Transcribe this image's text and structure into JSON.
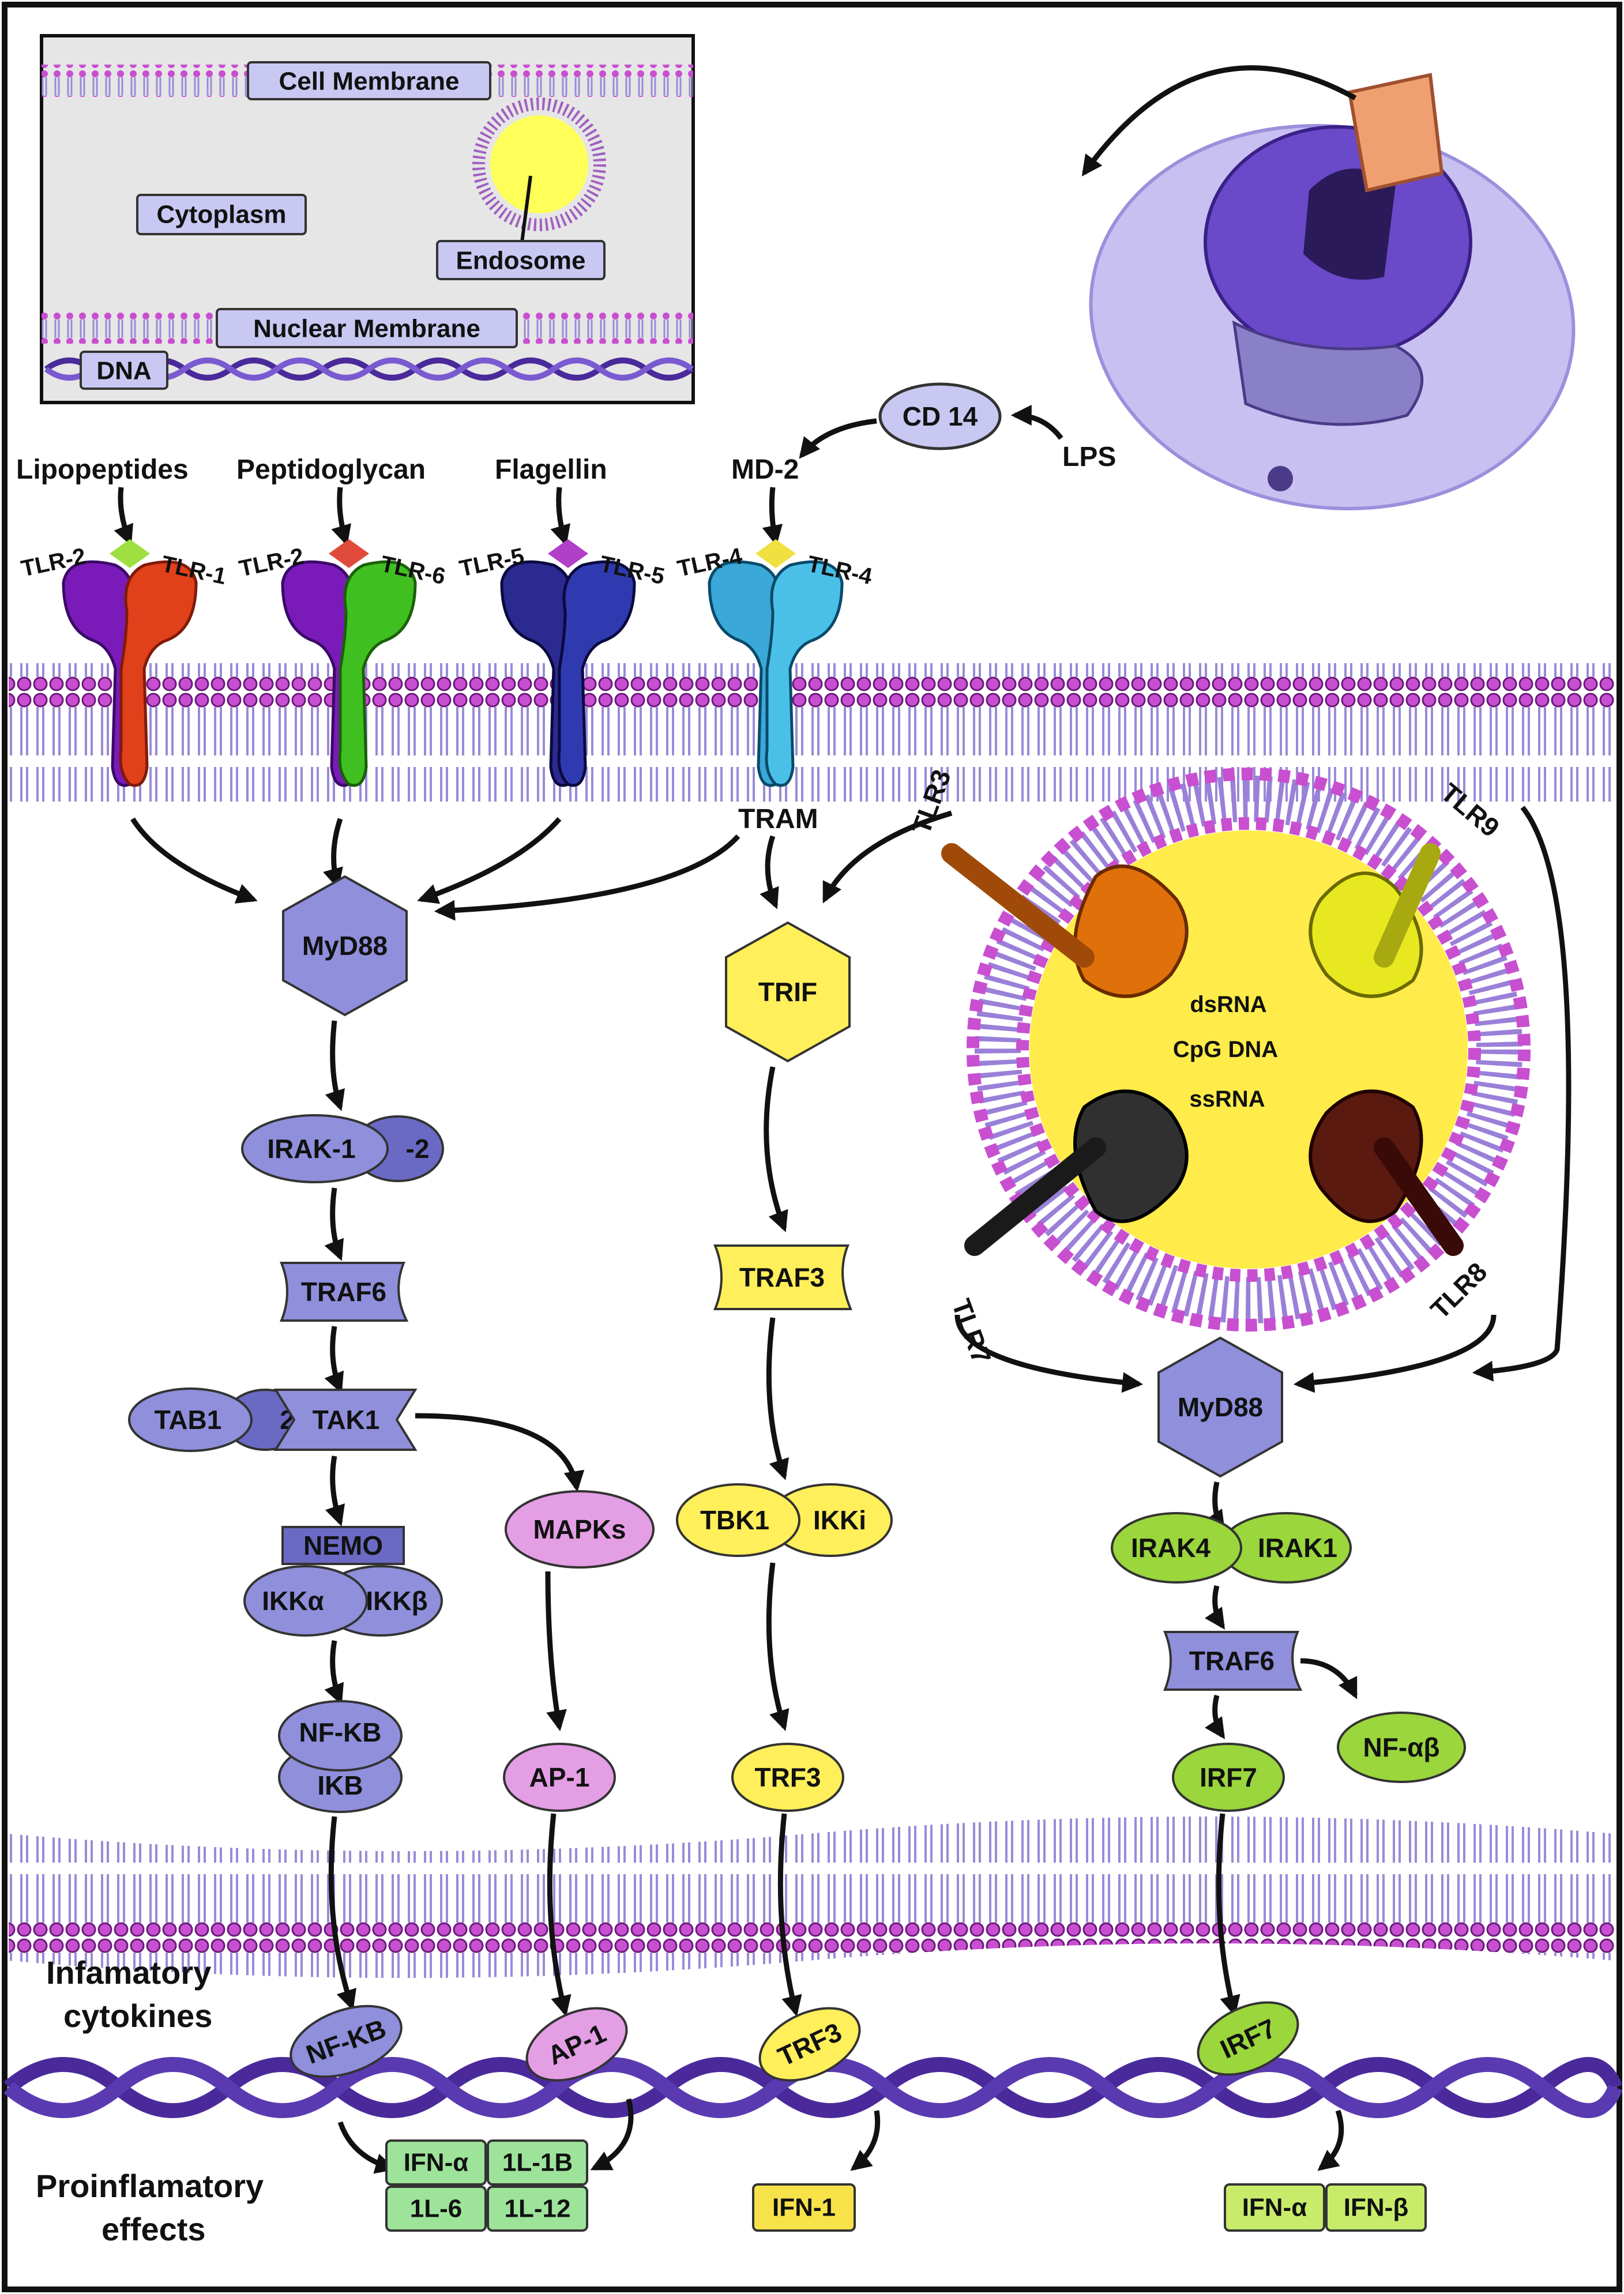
{
  "legend": {
    "cell_membrane": "Cell Membrane",
    "cytoplasm": "Cytoplasm",
    "endosome": "Endosome",
    "nuclear_membrane": "Nuclear Membrane",
    "dna": "DNA"
  },
  "ligands": {
    "lipopeptides": "Lipopeptides",
    "peptidoglycan": "Peptidoglycan",
    "flagellin": "Flagellin",
    "md2": "MD-2",
    "cd14": "CD 14",
    "lps": "LPS"
  },
  "receptors": {
    "tlr2a": "TLR-2",
    "tlr1": "TLR-1",
    "tlr2b": "TLR-2",
    "tlr6": "TLR-6",
    "tlr5a": "TLR-5",
    "tlr5b": "TLR-5",
    "tlr4a": "TLR-4",
    "tlr4b": "TLR-4",
    "tram": "TRAM"
  },
  "endosomal": {
    "tlr3": "TLR3",
    "tlr9": "TLR9",
    "tlr7": "TLR7",
    "tlr8": "TLR8",
    "dsrna": "dsRNA",
    "cpg": "CpG DNA",
    "ssrna": "ssRNA"
  },
  "nodes": {
    "myd88_left": "MyD88",
    "irak1": "IRAK-1",
    "irak2": "-2",
    "traf6_left": "TRAF6",
    "tab1": "TAB1",
    "tab2": "2",
    "tak1": "TAK1",
    "nemo": "NEMO",
    "ikka": "IKKα",
    "ikkb": "IKKβ",
    "nfkb": "NF-KB",
    "ikb": "IKB",
    "mapks": "MAPKs",
    "ap1": "AP-1",
    "trif": "TRIF",
    "traf3": "TRAF3",
    "tbk1": "TBK1",
    "ikki": "IKKi",
    "trf3": "TRF3",
    "myd88_right": "MyD88",
    "irak4": "IRAK4",
    "irak1_right": "IRAK1",
    "traf6_right": "TRAF6",
    "irf7": "IRF7",
    "nfab": "NF-αβ"
  },
  "nuclear": {
    "nfkb": "NF-KB",
    "ap1": "AP-1",
    "trf3": "TRF3",
    "irf7": "IRF7"
  },
  "side_labels": {
    "inflammatory_line1": "Infamatory",
    "inflammatory_line2": "cytokines",
    "effects_line1": "Proinflamatory",
    "effects_line2": "effects"
  },
  "outputs": {
    "ifn_a": "IFN-α",
    "il1b": "1L-1B",
    "il6": "1L-6",
    "il12": "1L-12",
    "ifn1": "IFN-1",
    "ifn_a2": "IFN-α",
    "ifn_b": "IFN-β"
  },
  "colors": {
    "purple_node": "#8f8fdc",
    "purple_dark": "#6a6ac4",
    "yellow_node": "#ffef5a",
    "green_node": "#9ad63c",
    "pink_node": "#e49ee4",
    "membrane": "#b060c8",
    "dna": "#4a2a9a",
    "endosome_fill": "#ffec4a",
    "output_green": "#9ee39a",
    "output_yellow": "#f7e24a",
    "output_lime": "#c8ec6a"
  }
}
